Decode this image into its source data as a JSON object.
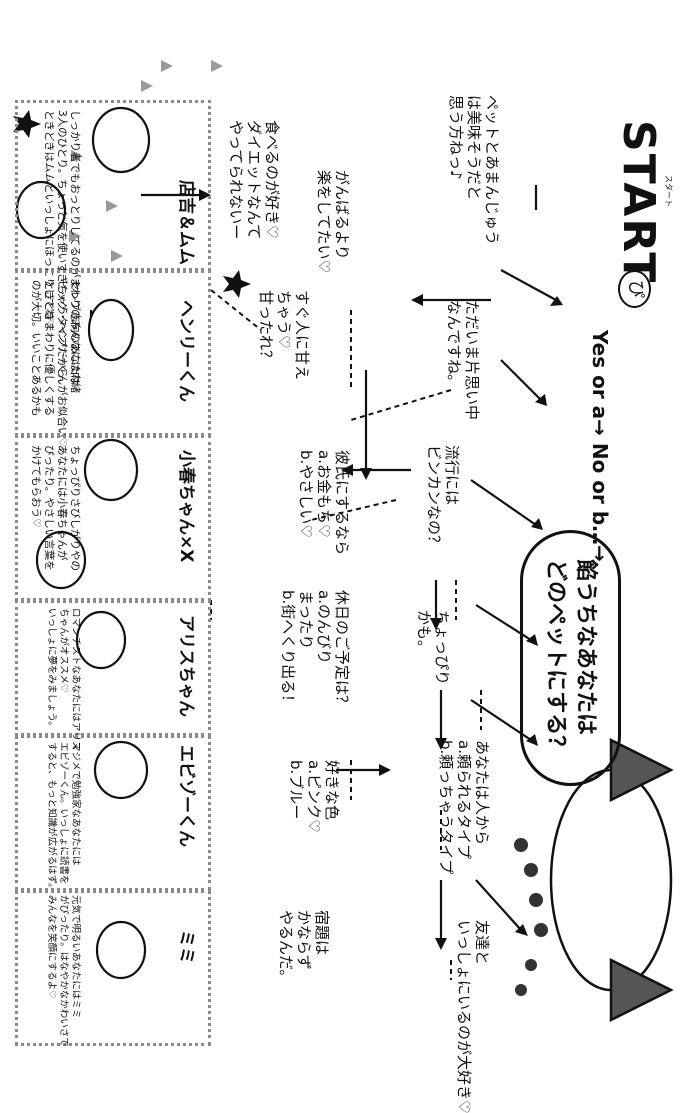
{
  "start": {
    "label": "START",
    "furigana": "スタート",
    "mark": "ぴ"
  },
  "instruction": "Yes or a→ No or b…→",
  "bubble_title": "餡うちなあなたは\nどのペットにする？",
  "questions": {
    "q1": "ペットとあまんじゅう\nは美味そうだと\n思う方ねっ♪",
    "q2": "がんばるより\n楽をしてたい♡",
    "q3": "ただいま片思い中\nなんですね。",
    "q4": "流行には\nビンカンなの？",
    "q5": "ちょっぴり\nかも。",
    "q6": "あなたは人から\na.頼られるタイプ\nb.頼っちゃうタイプ",
    "q7": "友達と\nいっしょにいるのが大好き♡",
    "q8": "食べるのが好き♡\nダイエットなんて\nやってられないー",
    "q9": "すぐ人に甘え\nちゃう♡\n甘ったれ？",
    "q10": "彼氏にするなら\na.お金もち♡\nb.やさしい♡",
    "q11": "休日のご予定は？\na.のんびり\nまったり\nb.街へくり出る！",
    "q12": "好きな色\na.ピンク♡\nb.ブルー",
    "q13": "宿題は\nかならず\nやるんだ。"
  },
  "results": [
    {
      "name": "店吉＆ムム",
      "desc": "しっかり者でもおっとりしてるのがまわりのみんなには内緒\n3人のひとり。ちょっと気を使いすぎちゃうタイプだから、\nときどきはムムといっしょにほっこりしてね♡"
    },
    {
      "name": "ヘンリーくん",
      "desc": "セレブ志向のあなたは\nビッグ・ヘンリーくんがお似合い♡\nときどきまわりに優しくする\nのが大切。いいことあるかも"
    },
    {
      "name": "小春ちゃん×X",
      "desc": "ちょっぴりさびしがりやの\nあなたには小春ちゃんが\nぴったり。やさしい言葉を\nかけてもらおう♡"
    },
    {
      "name": "アリスちゃん",
      "desc": "ロマンチストなあなたにはアリス\nちゃんがオススメ♡\nいっしょに夢をみましょう。"
    },
    {
      "name": "エビゾーくん",
      "desc": "マジメで勉強家なあなたには\nエビゾーくん。いっしょに読書を\nすると、もっと知識が広がるはず。"
    },
    {
      "name": "ミミ",
      "desc": "元気で明るいあなたにはミミ\nがぴったり。はなやかなかわいさで\nみんなを笑顔にするよ♡"
    }
  ],
  "colors": {
    "ink": "#111111",
    "dots": "#8a8a8a",
    "background": "#ffffff"
  }
}
